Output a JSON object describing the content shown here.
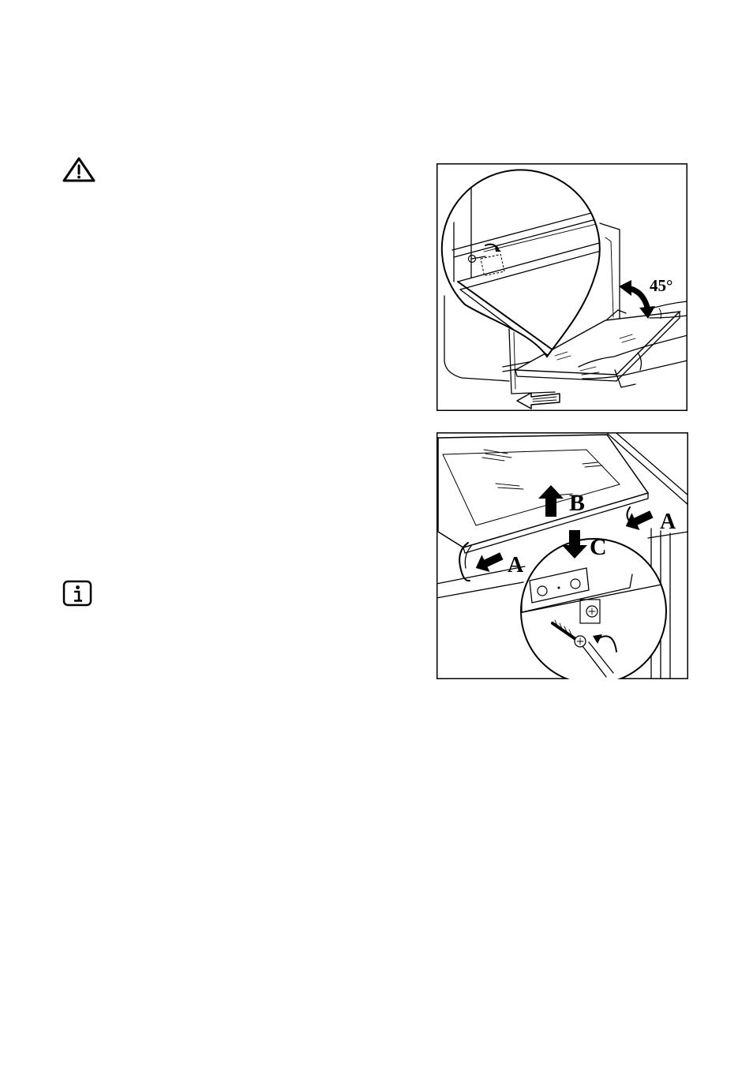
{
  "icons": {
    "warning": "warning-icon",
    "info": "info-icon"
  },
  "colors": {
    "ink": "#000000",
    "paper": "#ffffff"
  },
  "figure_door_removal": {
    "angle_label": "45°"
  },
  "figure_lid_removal": {
    "label_b": "B",
    "label_c": "C",
    "label_a_right": "A",
    "label_a_left": "A"
  }
}
